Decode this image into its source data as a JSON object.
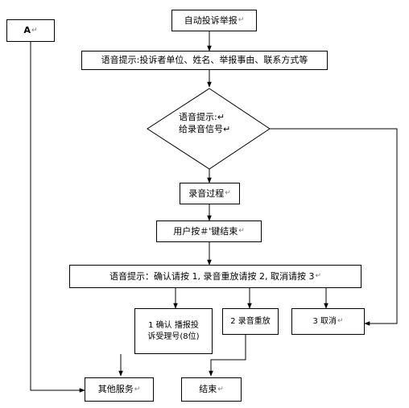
{
  "colors": {
    "line": "#000000",
    "background": "#ffffff",
    "edit_mark": "#7a7a7a"
  },
  "edit_mark": "↵",
  "nodes": {
    "A": {
      "label": "A"
    },
    "start": {
      "label": "自动投诉举报"
    },
    "prompt_info": {
      "label": "语音提示:投诉者单位、姓名、举报事由、联系方式等"
    },
    "decision": {
      "line1": "语音提示:",
      "line2": "给录音信号"
    },
    "recording": {
      "label": "录音过程"
    },
    "hash_end": {
      "label": "用户按＃'键结束"
    },
    "prompt_options": {
      "label": "语音提示：确认请按 1, 录音重放请按 2, 取消请按 3"
    },
    "opt1": {
      "line1": "1 确认  播报投",
      "line2": "诉受理号(8位)"
    },
    "opt2": {
      "label": "2 录音重放"
    },
    "opt3": {
      "label": "3 取消"
    },
    "other": {
      "label": "其他服务"
    },
    "finish": {
      "label": "结束"
    }
  }
}
